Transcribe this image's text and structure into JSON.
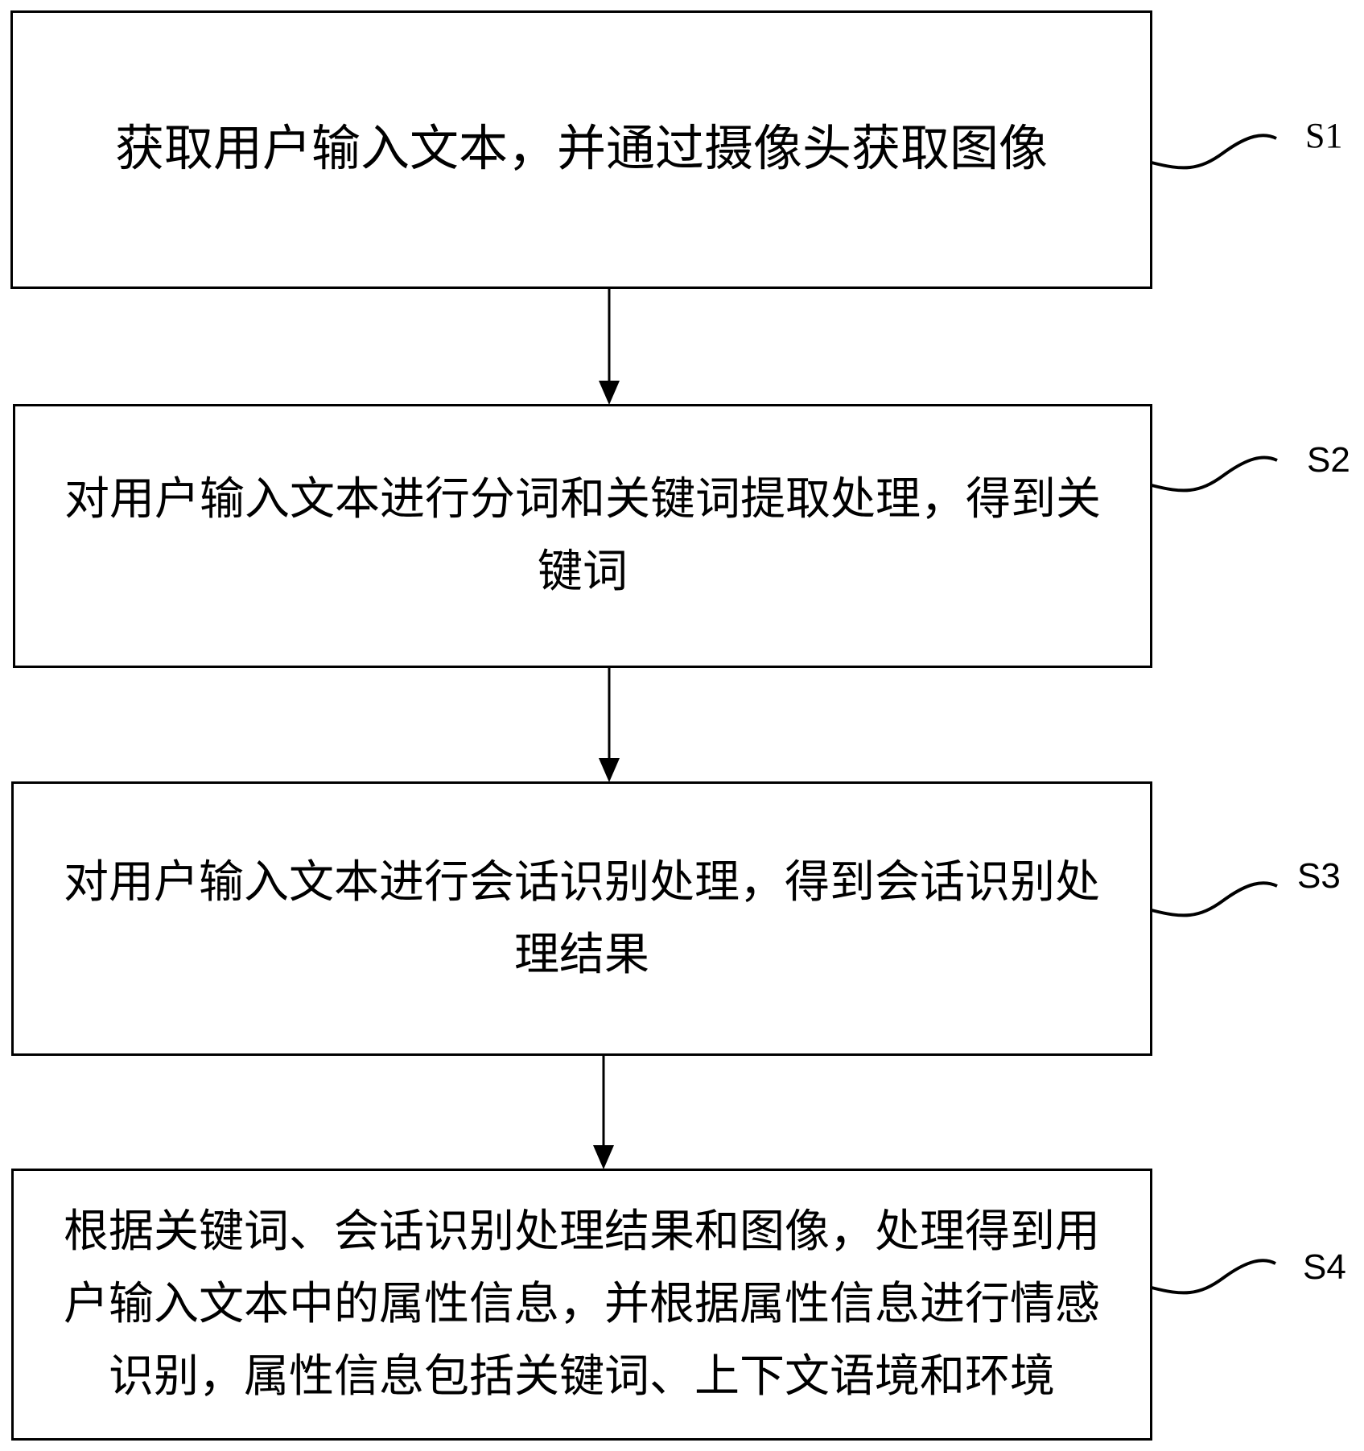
{
  "steps": [
    {
      "id": "S1",
      "label": "S1",
      "lines": [
        "获取用户输入文本，并通过摄像头获取图像"
      ]
    },
    {
      "id": "S2",
      "label": "S2",
      "lines": [
        "对用户输入文本进行分词和关键词提取处理，得到关",
        "键词"
      ]
    },
    {
      "id": "S3",
      "label": "S3",
      "lines": [
        "对用户输入文本进行会话识别处理，得到会话识别处",
        "理结果"
      ]
    },
    {
      "id": "S4",
      "label": "S4",
      "lines": [
        "根据关键词、会话识别处理结果和图像，处理得到用",
        "户输入文本中的属性信息，并根据属性信息进行情感",
        "识别，属性信息包括关键词、上下文语境和环境"
      ]
    }
  ],
  "connectors": [
    {
      "from": "S1",
      "to": "S2"
    },
    {
      "from": "S2",
      "to": "S3"
    },
    {
      "from": "S3",
      "to": "S4"
    }
  ],
  "colors": {
    "stroke": "#000000",
    "background": "#ffffff"
  }
}
